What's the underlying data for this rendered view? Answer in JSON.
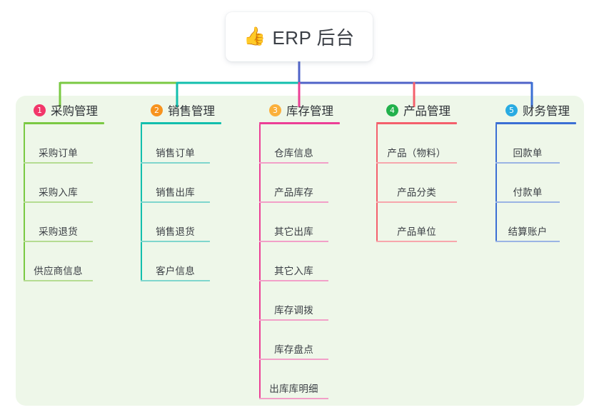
{
  "diagram": {
    "type": "mindmap",
    "root": {
      "icon": "thumbs-up-icon",
      "emoji": "👍",
      "title": "ERP 后台"
    },
    "panel_color": "#eef7e9",
    "trunk_color": "#4f63c8",
    "branches": [
      {
        "index": "1",
        "title": "采购管理",
        "badge_color": "#f2376a",
        "line_color": "#7ac943",
        "leaf_line_color": "#b5dc92",
        "items": [
          "采购订单",
          "采购入库",
          "采购退货",
          "供应商信息"
        ]
      },
      {
        "index": "2",
        "title": "销售管理",
        "badge_color": "#f7931e",
        "line_color": "#12bfad",
        "leaf_line_color": "#7fd6cd",
        "items": [
          "销售订单",
          "销售出库",
          "销售退货",
          "客户信息"
        ]
      },
      {
        "index": "3",
        "title": "库存管理",
        "badge_color": "#fbb03b",
        "line_color": "#ec3f96",
        "leaf_line_color": "#f2a0c8",
        "items": [
          "仓库信息",
          "产品库存",
          "其它出库",
          "其它入库",
          "库存调拨",
          "库存盘点",
          "出库库明细"
        ]
      },
      {
        "index": "4",
        "title": "产品管理",
        "badge_color": "#22b14c",
        "line_color": "#f4606c",
        "leaf_line_color": "#f7a6ac",
        "items": [
          "产品（物料）",
          "产品分类",
          "产品单位"
        ]
      },
      {
        "index": "5",
        "title": "财务管理",
        "badge_color": "#29abe2",
        "line_color": "#3b6fd4",
        "leaf_line_color": "#9ab4e4",
        "items": [
          "回款单",
          "付款单",
          "结算账户"
        ]
      }
    ]
  }
}
